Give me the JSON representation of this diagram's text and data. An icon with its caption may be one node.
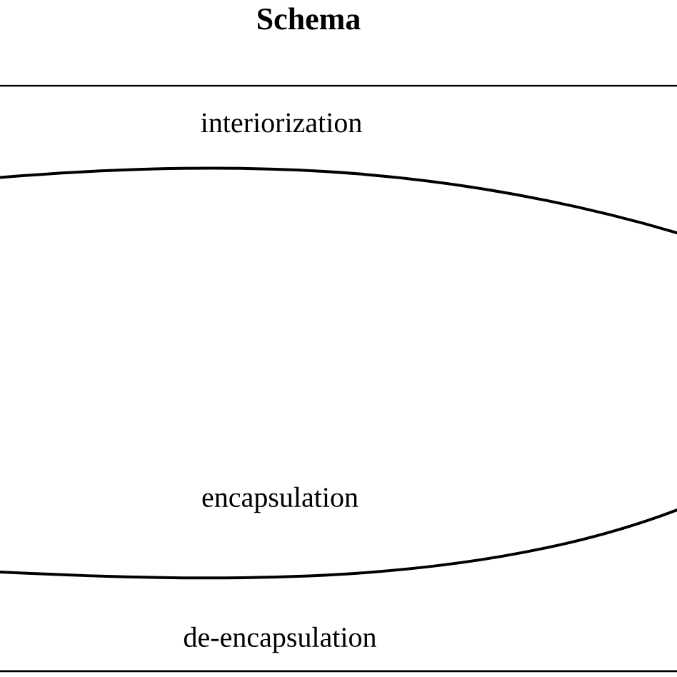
{
  "diagram": {
    "title": "Schema",
    "labels": [
      "interiorization",
      "encapsulation",
      "de-encapsulation"
    ]
  }
}
